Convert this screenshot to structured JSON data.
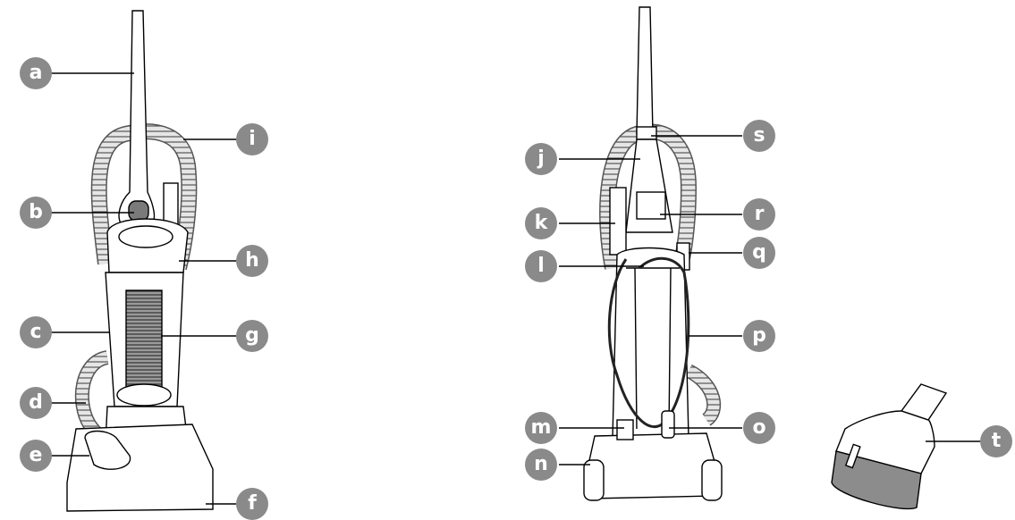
{
  "colors": {
    "badge": "#8a8a8a",
    "line": "#000000",
    "hose": "#b5b5b5",
    "filter": "#6f6f6f",
    "brush": "#8c8c8c"
  },
  "labels": {
    "a": "a",
    "b": "b",
    "c": "c",
    "d": "d",
    "e": "e",
    "f": "f",
    "g": "g",
    "h": "h",
    "i": "i",
    "j": "j",
    "k": "k",
    "l": "l",
    "m": "m",
    "n": "n",
    "o": "o",
    "p": "p",
    "q": "q",
    "r": "r",
    "s": "s",
    "t": "t"
  }
}
